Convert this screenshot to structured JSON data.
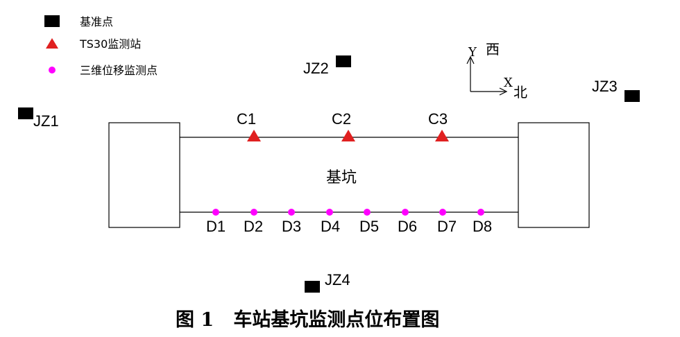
{
  "legend": {
    "benchmark": "基准点",
    "station": "TS30监测站",
    "displacement": "三维位移监测点"
  },
  "compass": {
    "y_label": "Y",
    "y_dir": "西",
    "x_label": "X",
    "x_dir": "北"
  },
  "pit_label": "基坑",
  "benchmarks": [
    "JZ1",
    "JZ2",
    "JZ3",
    "JZ4"
  ],
  "stations": [
    "C1",
    "C2",
    "C3"
  ],
  "points": [
    "D1",
    "D2",
    "D3",
    "D4",
    "D5",
    "D6",
    "D7",
    "D8"
  ],
  "caption": "图 1   车站基坑监测点位布置图",
  "colors": {
    "station": "#e02020",
    "point": "#ff00ff",
    "benchmark": "#000000",
    "line": "#000000"
  }
}
